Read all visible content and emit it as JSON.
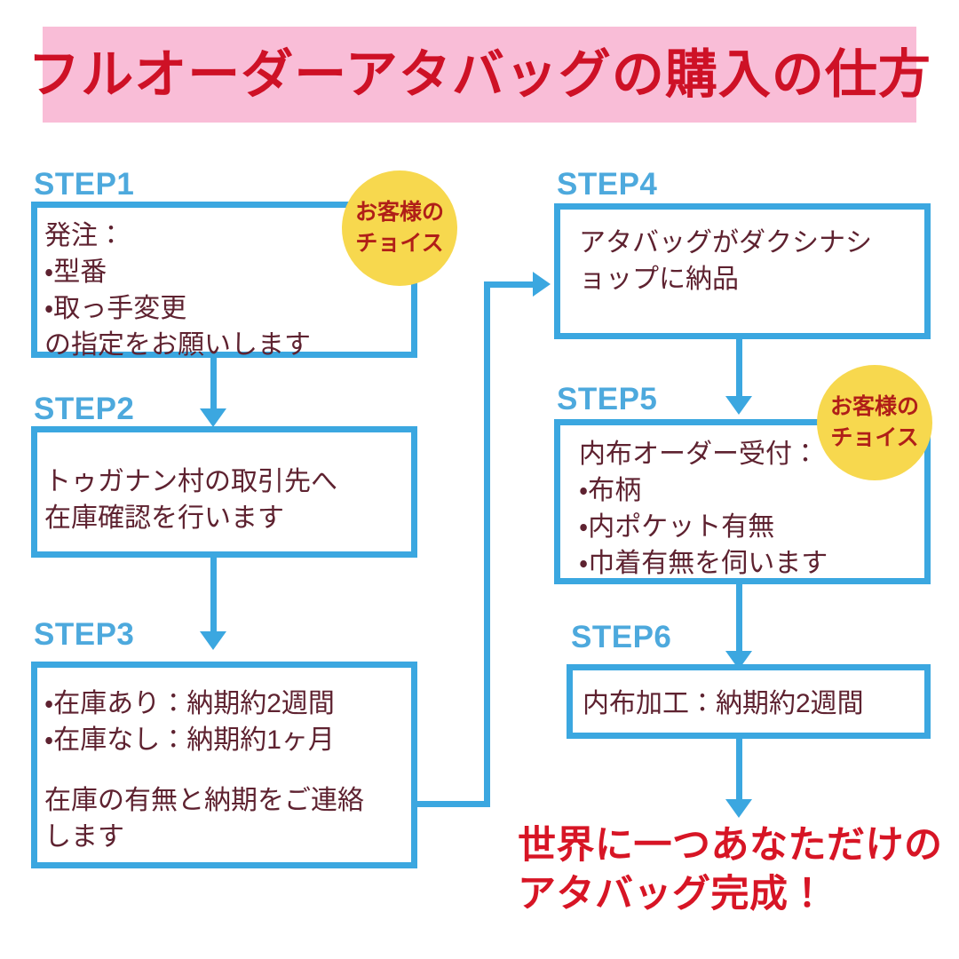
{
  "title": {
    "text": "フルオーダーアタバッグの購入の仕方",
    "banner_color": "#F9BDD7",
    "text_color": "#CE1126"
  },
  "theme": {
    "border_blue": "#3BA7E0",
    "label_blue": "#4DA9DD",
    "body_text": "#5E2230",
    "badge_yellow": "#F7D84E",
    "badge_text": "#B01F18",
    "final_red": "#D71525"
  },
  "steps": [
    {
      "label": "STEP1",
      "body": "発注：\n・型番\n・取っ手変更\nの指定をお願いします"
    },
    {
      "label": "STEP2",
      "body": "トゥガナン村の取引先へ\n在庫確認を行います"
    },
    {
      "label": "STEP3",
      "body_a": "・在庫あり：納期約2週間\n・在庫なし：納期約1ヶ月",
      "body_b": "在庫の有無と納期をご連絡\nします"
    },
    {
      "label": "STEP4",
      "body": "アタバッグがダクシナシ\nョップに納品"
    },
    {
      "label": "STEP5",
      "body": "内布オーダー受付：\n・布柄\n・内ポケット有無\n・巾着有無を伺います"
    },
    {
      "label": "STEP6",
      "body": "内布加工：納期約2週間"
    }
  ],
  "badges": [
    {
      "line1": "お客様の",
      "line2": "チョイス"
    },
    {
      "line1": "お客様の",
      "line2": "チョイス"
    }
  ],
  "final": {
    "text": "世界に一つあなただけの\nアタバッグ完成！"
  }
}
